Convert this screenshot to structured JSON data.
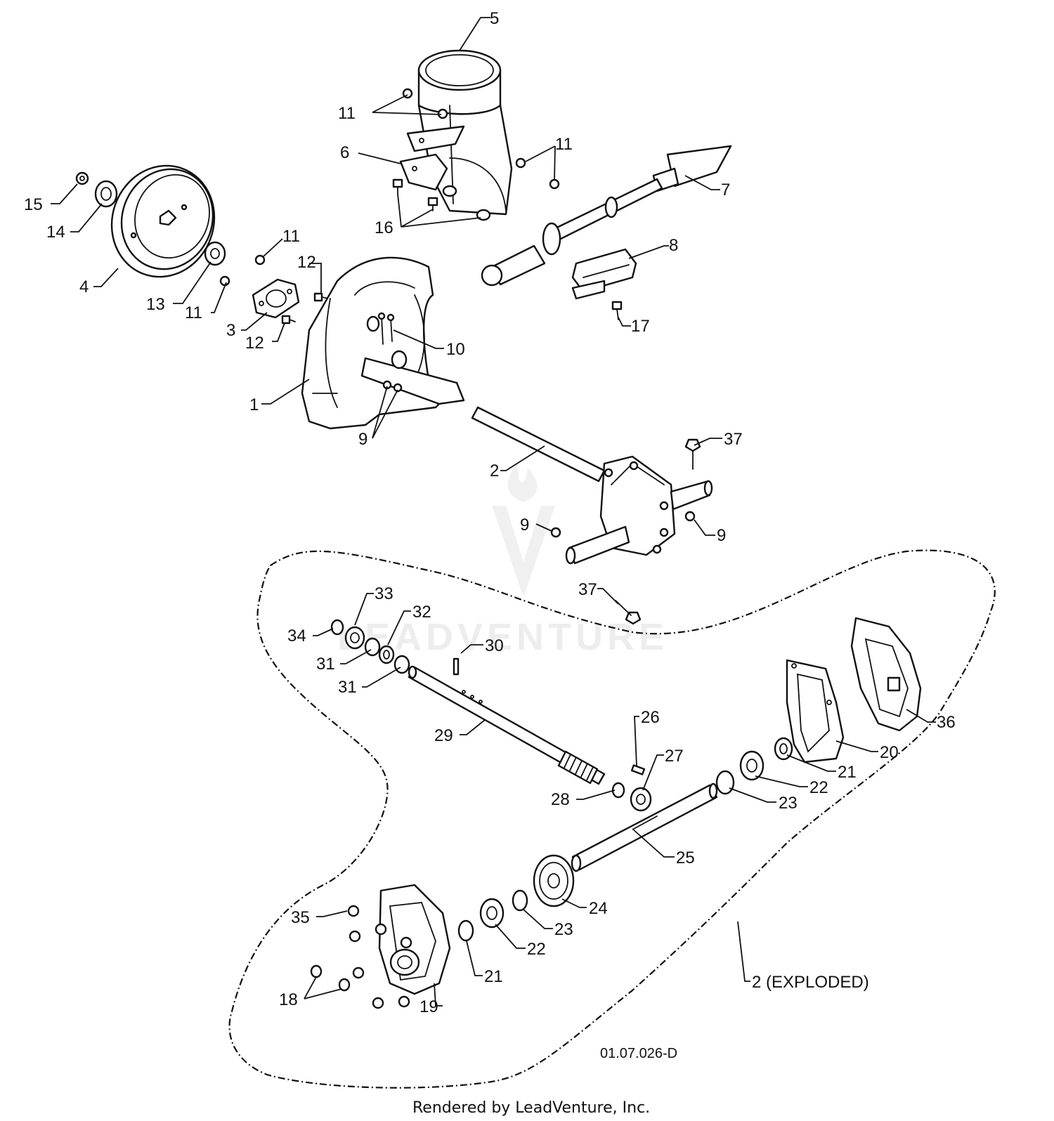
{
  "diagram": {
    "drawing_number": "01.07.026-D",
    "footer": "Rendered by LeadVenture, Inc.",
    "watermark": "LEADVENTURE",
    "exploded_label": "2 (EXPLODED)",
    "callouts": [
      {
        "id": "c5",
        "text": "5"
      },
      {
        "id": "c11a",
        "text": "11"
      },
      {
        "id": "c11b",
        "text": "11"
      },
      {
        "id": "c6",
        "text": "6"
      },
      {
        "id": "c7",
        "text": "7"
      },
      {
        "id": "c15",
        "text": "15"
      },
      {
        "id": "c14",
        "text": "14"
      },
      {
        "id": "c16",
        "text": "16"
      },
      {
        "id": "c11c",
        "text": "11"
      },
      {
        "id": "c8",
        "text": "8"
      },
      {
        "id": "c12a",
        "text": "12"
      },
      {
        "id": "c4",
        "text": "4"
      },
      {
        "id": "c13",
        "text": "13"
      },
      {
        "id": "c11d",
        "text": "11"
      },
      {
        "id": "c3",
        "text": "3"
      },
      {
        "id": "c17",
        "text": "17"
      },
      {
        "id": "c12b",
        "text": "12"
      },
      {
        "id": "c10",
        "text": "10"
      },
      {
        "id": "c1",
        "text": "1"
      },
      {
        "id": "c9a",
        "text": "9"
      },
      {
        "id": "c37a",
        "text": "37"
      },
      {
        "id": "c2",
        "text": "2"
      },
      {
        "id": "c9b",
        "text": "9"
      },
      {
        "id": "c9c",
        "text": "9"
      },
      {
        "id": "c37b",
        "text": "37"
      },
      {
        "id": "c33",
        "text": "33"
      },
      {
        "id": "c32",
        "text": "32"
      },
      {
        "id": "c34",
        "text": "34"
      },
      {
        "id": "c31a",
        "text": "31"
      },
      {
        "id": "c30",
        "text": "30"
      },
      {
        "id": "c31b",
        "text": "31"
      },
      {
        "id": "c26",
        "text": "26"
      },
      {
        "id": "c36",
        "text": "36"
      },
      {
        "id": "c29",
        "text": "29"
      },
      {
        "id": "c20",
        "text": "20"
      },
      {
        "id": "c27",
        "text": "27"
      },
      {
        "id": "c21a",
        "text": "21"
      },
      {
        "id": "c28",
        "text": "28"
      },
      {
        "id": "c22a",
        "text": "22"
      },
      {
        "id": "c23a",
        "text": "23"
      },
      {
        "id": "c25",
        "text": "25"
      },
      {
        "id": "c24",
        "text": "24"
      },
      {
        "id": "c35",
        "text": "35"
      },
      {
        "id": "c23b",
        "text": "23"
      },
      {
        "id": "c22b",
        "text": "22"
      },
      {
        "id": "c21b",
        "text": "21"
      },
      {
        "id": "c18",
        "text": "18"
      },
      {
        "id": "c19",
        "text": "19"
      }
    ]
  }
}
